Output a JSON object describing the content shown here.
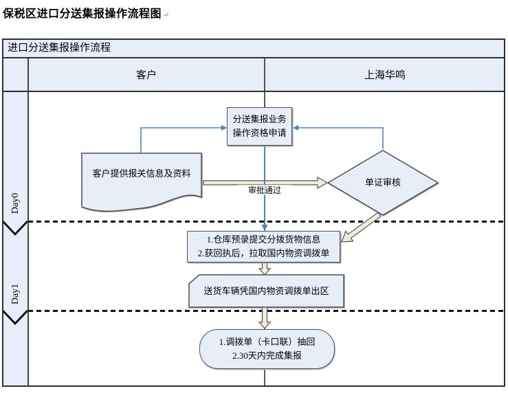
{
  "page": {
    "title": "保税区进口分送集报操作流程图",
    "paragraph_mark": "↵"
  },
  "table": {
    "title": "进口分送集报操作流程",
    "columns": [
      {
        "label": "客户"
      },
      {
        "label": "上海华鸣"
      }
    ],
    "lanes": [
      {
        "label": "Day0"
      },
      {
        "label": "Day1"
      }
    ]
  },
  "flowchart": {
    "nodes": [
      {
        "id": "apply",
        "type": "process",
        "lines": [
          "分送集报业务",
          "操作资格申请"
        ]
      },
      {
        "id": "documents",
        "type": "document",
        "label": "客户提供报关信息及资料"
      },
      {
        "id": "review",
        "type": "decision",
        "label": "单证审核"
      },
      {
        "id": "warehouse",
        "type": "process",
        "lines": [
          "1.仓库预录提交分拨货物信息",
          "2.获回执后，拉取国内物资调拨单"
        ]
      },
      {
        "id": "truck",
        "type": "card",
        "label": "送货车辆凭国内物资调拨单出区"
      },
      {
        "id": "final",
        "type": "terminator",
        "lines": [
          "1.调拨单（卡口联）抽回",
          "2.30天内完成集报"
        ]
      }
    ],
    "edge_labels": {
      "approve": "审批通过"
    }
  },
  "colors": {
    "lane_fill": "#e8eef8",
    "shape_fill": "#e8eef8",
    "shape_border": "#4f4f4f",
    "table_border": "#2e2e2e",
    "connector_blue": "#4f81bd",
    "block_arrow_fill": "#efeedd",
    "dashed_line": "#111111"
  }
}
